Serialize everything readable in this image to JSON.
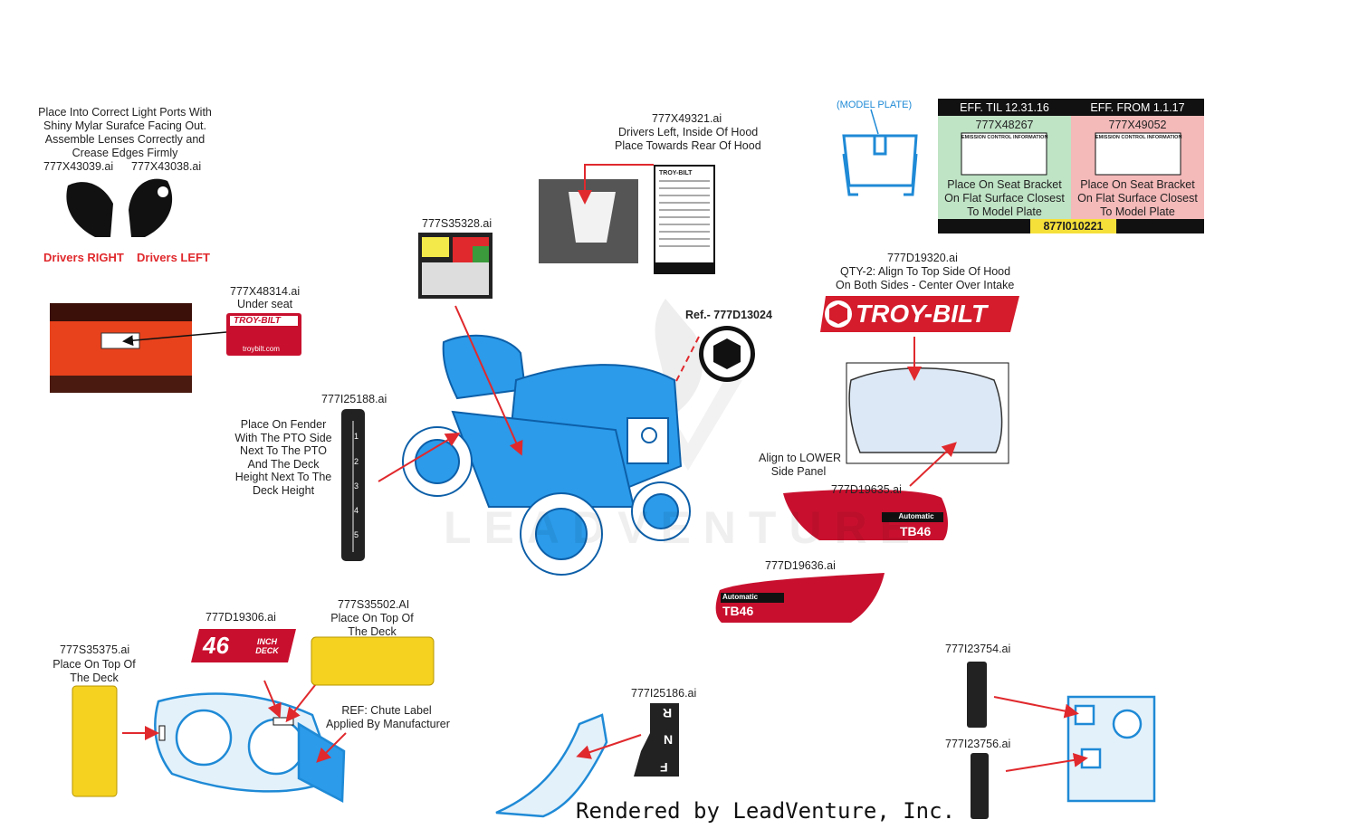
{
  "lenses": {
    "note": [
      "Place Into Correct Light Ports With",
      "Shiny Mylar Surafce Facing Out.",
      "Assemble Lenses Correctly and",
      "Crease Edges Firmly"
    ],
    "part_right": "777X43039.ai",
    "part_left": "777X43038.ai",
    "label_right": "Drivers RIGHT",
    "label_left": "Drivers LEFT"
  },
  "seat_label": {
    "part": "777X48314.ai",
    "note": "Under seat",
    "brand": "TROY-BILT",
    "url": "troybilt.com"
  },
  "hood_label": {
    "part": "777X49321.ai",
    "note": [
      "Drivers Left, Inside Of Hood",
      "Place Towards Rear Of Hood"
    ],
    "brand": "TROY-BILT"
  },
  "warning_label": {
    "part": "777S35328.ai"
  },
  "model_plate": {
    "caption": "(MODEL PLATE)",
    "col1_header": "EFF. TIL 12.31.16",
    "col2_header": "EFF. FROM 1.1.17",
    "col1_part": "777X48267",
    "col2_part": "777X49052",
    "decal_title": "EMISSION CONTROL INFORMATION",
    "col1_note": [
      "Place On Seat Bracket",
      "On Flat Surface Closest",
      "To Model Plate"
    ],
    "col2_note": [
      "Place On Seat Bracket",
      "On Flat Surface Closest",
      "To Model Plate"
    ],
    "kit_number": "877I010221"
  },
  "hood_logo": {
    "part": "777D19320.ai",
    "note": [
      "QTY-2: Align To Top Side Of Hood",
      "On Both Sides - Center Over Intake"
    ],
    "brand": "TROY-BILT"
  },
  "ref_badge": {
    "label": "Ref.- 777D13024"
  },
  "fender_label": {
    "part": "777I25188.ai",
    "note": [
      "Place On Fender",
      "With The PTO Side",
      "Next To The PTO",
      "And The Deck",
      "Height Next To The",
      "Deck Height"
    ],
    "ticks": [
      "1",
      "2",
      "3",
      "4",
      "5"
    ]
  },
  "side_panel": {
    "note": [
      "Align to LOWER",
      "Side Panel"
    ],
    "right_part": "777D19635.ai",
    "left_part": "777D19636.ai",
    "tag": "Automatic",
    "model": "TB46"
  },
  "deck_labels": {
    "deck_size_part": "777D19306.ai",
    "deck_size_text": "46",
    "deck_size_sub": "INCH DECK",
    "warning_strip_part": "777S35502.AI",
    "warning_strip_note": [
      "Place On Top Of",
      "The Deck"
    ],
    "side_warning_part": "777S35375.ai",
    "side_warning_note": [
      "Place On Top Of",
      "The Deck"
    ],
    "chute_note": [
      "REF: Chute Label",
      "Applied By Manufacturer"
    ]
  },
  "shift_label": {
    "part": "777I25186.ai",
    "positions": [
      "R",
      "N",
      "F"
    ]
  },
  "dash_labels": {
    "throttle_part": "777I23754.ai",
    "ignition_part": "777I23756.ai"
  },
  "footer": "Rendered by LeadVenture, Inc.",
  "watermark": "LEADVENTURE"
}
